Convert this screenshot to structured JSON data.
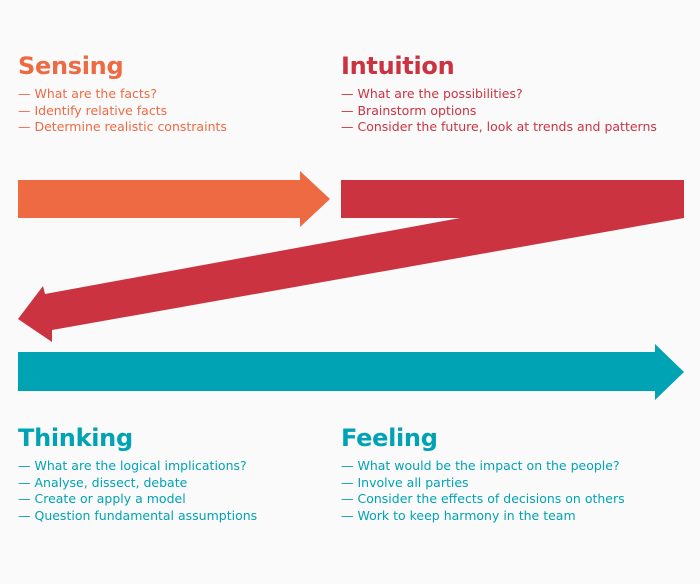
{
  "colors": {
    "sensing": "#ee6a43",
    "intuition": "#cb3341",
    "thinking": "#00a3b4",
    "feeling": "#00a3b4"
  },
  "sensing": {
    "title": "Sensing",
    "items": [
      "What are the facts?",
      "Identify relative facts",
      "Determine realistic constraints"
    ]
  },
  "intuition": {
    "title": "Intuition",
    "items": [
      "What are the possibilities?",
      "Brainstorm options",
      "Consider the future, look at trends and patterns"
    ]
  },
  "thinking": {
    "title": "Thinking",
    "items": [
      "What are the logical implications?",
      "Analyse, dissect, debate",
      "Create or apply a model",
      "Question fundamental assumptions"
    ]
  },
  "feeling": {
    "title": "Feeling",
    "items": [
      "What would be the impact on the people?",
      "Involve all parties",
      "Consider the effects of decisions on others",
      "Work to keep harmony in the team"
    ]
  }
}
